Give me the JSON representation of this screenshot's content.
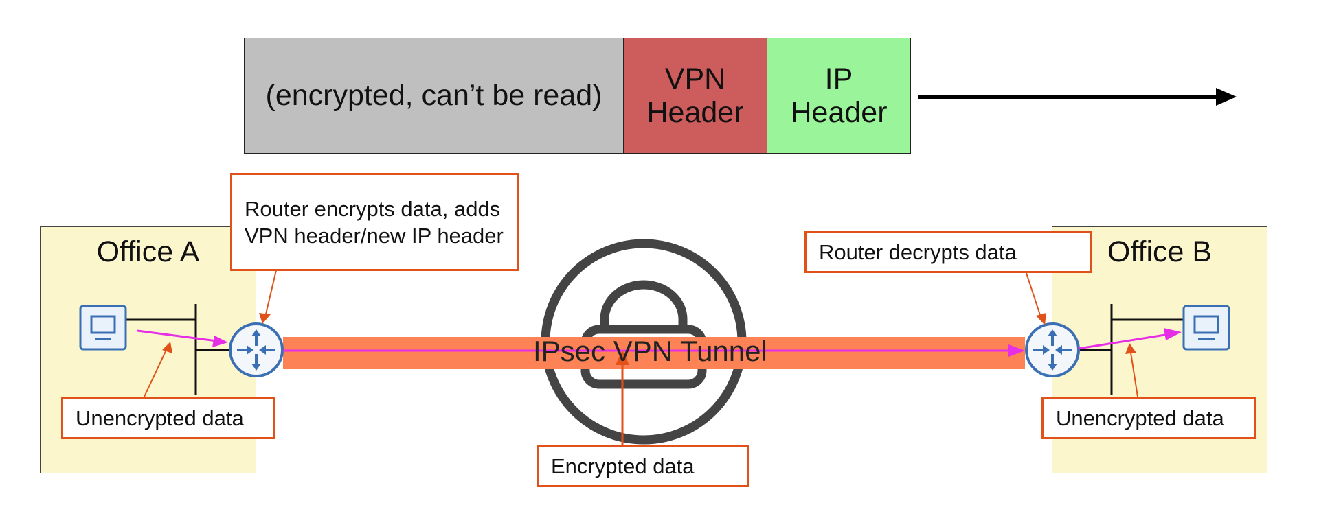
{
  "packet": {
    "payload": "(encrypted, can’t be read)",
    "vpn_header": "VPN\nHeader",
    "ip_header": "IP\nHeader"
  },
  "offices": {
    "a": {
      "title": "Office A"
    },
    "b": {
      "title": "Office B"
    }
  },
  "callouts": {
    "router_encrypts": "Router encrypts data, adds VPN header/new IP header",
    "router_decrypts": "Router decrypts data",
    "unencrypted_a": "Unencrypted data",
    "unencrypted_b": "Unencrypted data",
    "encrypted": "Encrypted data"
  },
  "tunnel": {
    "label": "IPsec VPN Tunnel"
  },
  "colors": {
    "payload": "#bfbfbf",
    "vpn_header": "#cd5c5c",
    "ip_header": "#9af59a",
    "tunnel": "#fd8256",
    "flow_arrow": "#e62ee6",
    "callout_border": "#e0521a",
    "office_bg": "#fcf6cd",
    "device_blue": "#3a6fb4"
  },
  "icons": [
    "pc-icon",
    "router-icon",
    "lock-icon",
    "arrow-right-icon"
  ]
}
